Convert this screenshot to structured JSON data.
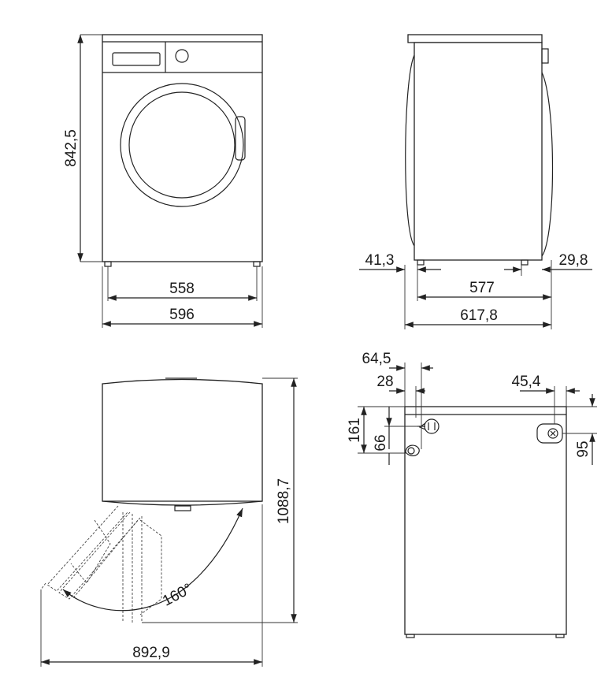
{
  "dimensions": {
    "front_height": "842,5",
    "front_inner_width": "558",
    "front_width": "596",
    "side_back_offset": "41,3",
    "side_front_offset": "29,8",
    "side_inner_depth": "577",
    "side_depth": "617,8",
    "door_open_depth": "1088,7",
    "door_angle": "160°",
    "door_open_width": "892,9",
    "back_offset_a": "64,5",
    "back_offset_b": "28",
    "back_offset_right": "45,4",
    "back_height_a": "161",
    "back_height_b": "66",
    "back_height_right": "95"
  }
}
